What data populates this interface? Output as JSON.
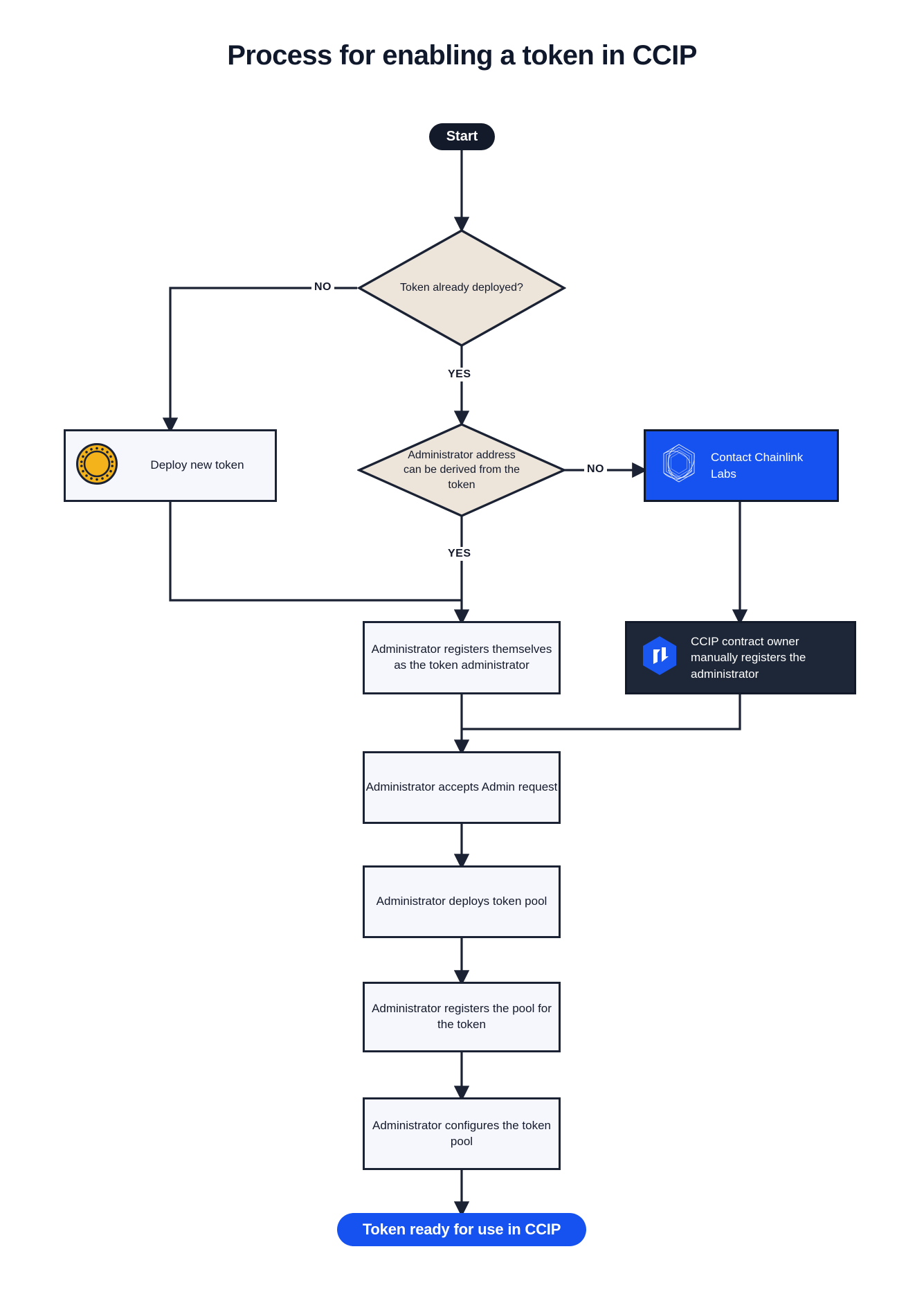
{
  "title": "Process for enabling a token in CCIP",
  "nodes": {
    "start": {
      "label": "Start",
      "icon": null,
      "shape": "pill",
      "color": "#131a29"
    },
    "decision_deployed": {
      "label": "Token already deployed?",
      "shape": "diamond",
      "fill": "#ede5da"
    },
    "deploy_token": {
      "label": "Deploy new token",
      "shape": "process",
      "icon": "coin-icon",
      "fill": "#f5f7fc"
    },
    "decision_admin": {
      "label": "Administrator address can be derived from the token",
      "shape": "diamond",
      "fill": "#ede5da"
    },
    "contact_chainlink": {
      "label": "Contact Chainlink Labs",
      "shape": "process",
      "icon": "chainlink-logo-icon",
      "fill": "#1652f0"
    },
    "admin_registers": {
      "label": "Administrator registers themselves as the token administrator",
      "shape": "process",
      "fill": "#f5f7fc"
    },
    "owner_registers": {
      "label": "CCIP contract owner manually registers the administrator",
      "shape": "process",
      "icon": "ccip-logo-icon",
      "fill": "#1d2738"
    },
    "admin_accepts": {
      "label": "Administrator accepts Admin request",
      "shape": "process",
      "fill": "#f5f7fc"
    },
    "admin_deploys_pool": {
      "label": "Administrator deploys token pool",
      "shape": "process",
      "fill": "#f5f7fc"
    },
    "admin_registers_pool": {
      "label": "Administrator registers the pool for the token",
      "shape": "process",
      "fill": "#f5f7fc"
    },
    "admin_configures_pool": {
      "label": "Administrator configures the token pool",
      "shape": "process",
      "fill": "#f5f7fc"
    },
    "end": {
      "label": "Token ready for use in CCIP",
      "shape": "pill",
      "color": "#1652f0"
    }
  },
  "edge_labels": {
    "deployed_no": "NO",
    "deployed_yes": "YES",
    "admin_no": "NO",
    "admin_yes": "YES"
  },
  "colors": {
    "stroke": "#1a2233",
    "diamond_fill": "#ede5da",
    "process_fill": "#f5f7fc",
    "brand_blue": "#1652f0",
    "dark_navy": "#1d2738",
    "coin_gold": "#f5b31b",
    "background": "#ffffff"
  }
}
